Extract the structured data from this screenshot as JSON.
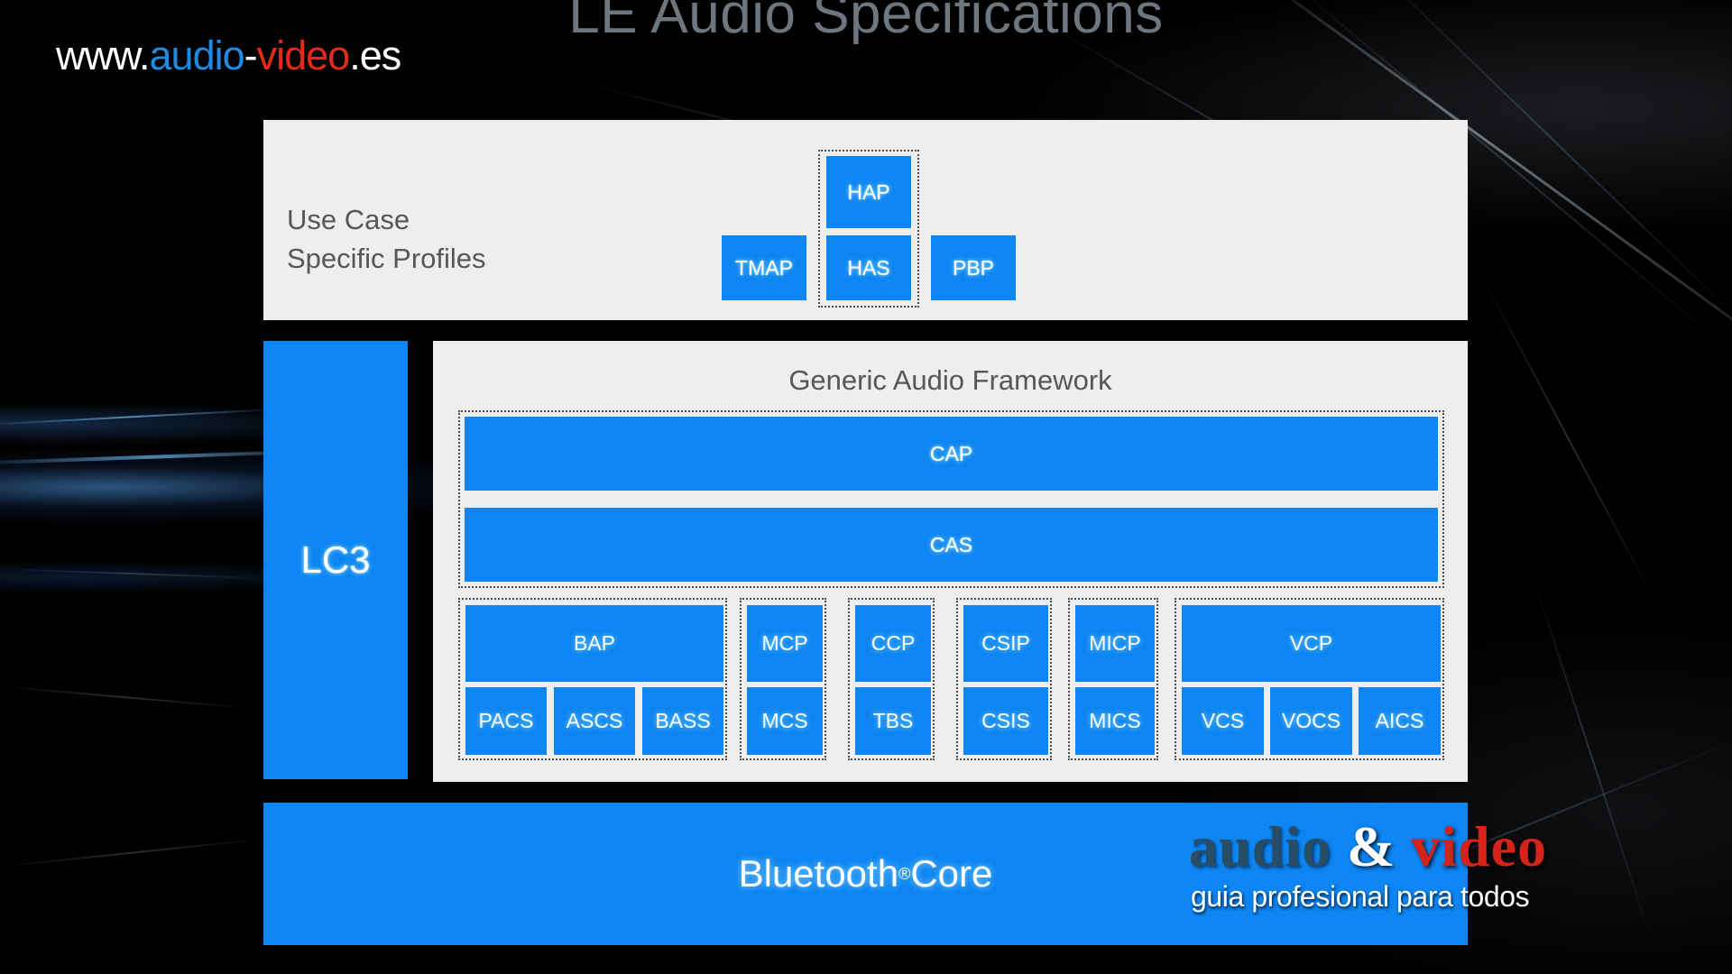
{
  "page": {
    "title": "LE Audio Specifications",
    "watermark": {
      "part_www": "www.",
      "part_audio": "audio",
      "part_dash": "-",
      "part_video": "video",
      "part_tld": ".es"
    }
  },
  "colors": {
    "brand_blue": "#0d85f2",
    "panel_gray": "#eeeeee",
    "label_gray": "#575757",
    "title_gray": "#6e7780",
    "logo_red": "#d6231a",
    "logo_audio_blue": "#2a4d66",
    "watermark_blue": "#1f8ae0",
    "watermark_red": "#e02b18",
    "background": "#000000"
  },
  "use_case_section": {
    "label": "Use Case\nSpecific Profiles",
    "boxes": [
      {
        "id": "tmap",
        "label": "TMAP"
      },
      {
        "id": "hap",
        "label": "HAP"
      },
      {
        "id": "has",
        "label": "HAS"
      },
      {
        "id": "pbp",
        "label": "PBP"
      }
    ],
    "grouped": [
      "hap",
      "has"
    ]
  },
  "codec": {
    "label": "LC3"
  },
  "generic_audio_framework": {
    "title": "Generic Audio Framework",
    "top_group": [
      {
        "id": "cap",
        "label": "CAP"
      },
      {
        "id": "cas",
        "label": "CAS"
      }
    ],
    "service_groups": [
      {
        "id": "bap",
        "profile": "BAP",
        "services": [
          "PACS",
          "ASCS",
          "BASS"
        ]
      },
      {
        "id": "mcp",
        "profile": "MCP",
        "services": [
          "MCS"
        ]
      },
      {
        "id": "ccp",
        "profile": "CCP",
        "services": [
          "TBS"
        ]
      },
      {
        "id": "csip",
        "profile": "CSIP",
        "services": [
          "CSIS"
        ]
      },
      {
        "id": "micp",
        "profile": "MICP",
        "services": [
          "MICS"
        ]
      },
      {
        "id": "vcp",
        "profile": "VCP",
        "services": [
          "VCS",
          "VOCS",
          "AICS"
        ]
      }
    ]
  },
  "core": {
    "label": "Bluetooth",
    "trademark": "®",
    "suffix": " Core"
  },
  "logo": {
    "audio": "audio",
    "amp": "&",
    "video": "video",
    "tagline": "guia profesional para todos"
  }
}
